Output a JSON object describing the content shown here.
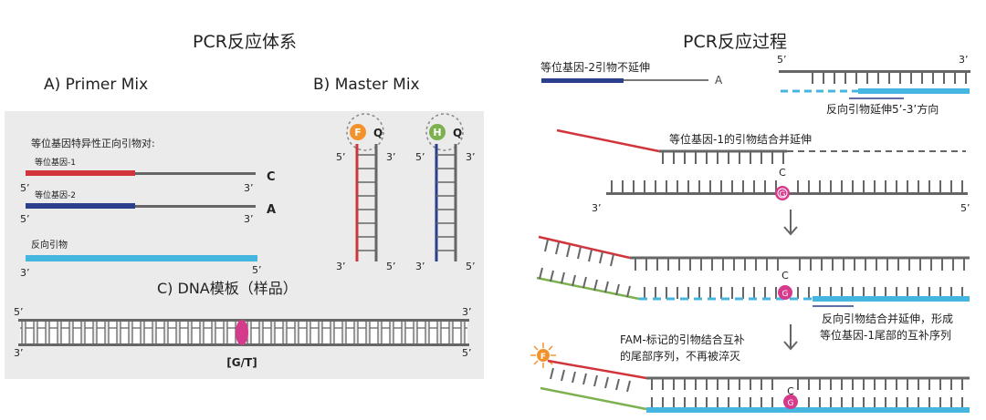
{
  "left": {
    "title": "PCR反应体系",
    "primer_mix_label": "A) Primer Mix",
    "master_mix_label": "B) Master Mix",
    "dna_template_label": "C) DNA模板（样品）",
    "primer_pair_heading": "等位基因特异性正向引物对:",
    "allele1_label": "等位基因-1",
    "allele2_label": "等位基因-2",
    "allele1_base": "C",
    "allele2_base": "A",
    "reverse_primer_label": "反向引物",
    "prime5": "5’",
    "prime3": "3’",
    "probe_f": "F",
    "probe_h": "H",
    "probe_q": "Q",
    "snp_label": "[G/T]"
  },
  "right": {
    "title": "PCR反应过程",
    "allele2_no_extend": "等位基因-2引物不延伸",
    "base_a": "A",
    "base_c": "C",
    "base_g": "G",
    "probe_f": "F",
    "reverse_extend": "反向引物延伸5’-3’方向",
    "allele1_bind_extend": "等位基因-1的引物结合并延伸",
    "reverse_bind_line1": "反向引物结合并延伸，形成",
    "reverse_bind_line2": "等位基因-1尾部的互补序列",
    "fam_line1": "FAM-标记的引物结合互补",
    "fam_line2": "的尾部序列，不再被淬灭",
    "prime5": "5’",
    "prime3": "3’"
  },
  "colors": {
    "red": "#d1343a",
    "navy": "#2b3f8c",
    "light_blue": "#45b6e0",
    "green": "#7db04f",
    "pink": "#d63a8c",
    "gray": "#555555",
    "orange": "#f3922c",
    "panel_bg": "#ebebeb"
  }
}
